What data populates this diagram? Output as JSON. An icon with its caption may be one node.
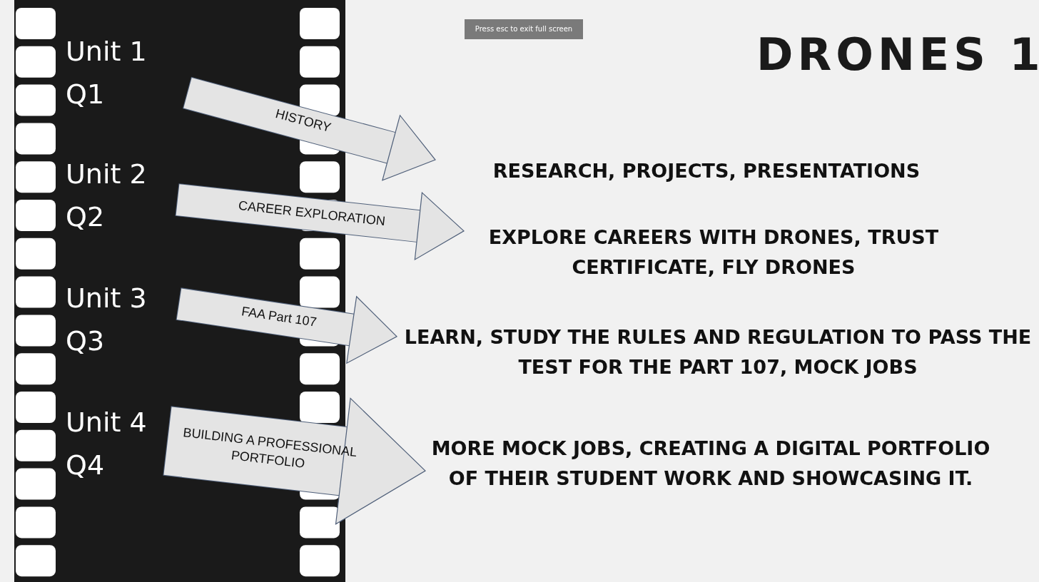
{
  "diagram": {
    "title": "DRONES 1",
    "nodes": [
      {
        "text": [
          "Unit 1",
          "Q1"
        ]
      },
      {
        "text": [
          "Unit 2",
          "Q2"
        ]
      },
      {
        "text": [
          "Unit 3",
          "Q3"
        ]
      },
      {
        "text": [
          "Unit 4",
          "Q4"
        ]
      },
      {
        "text": [
          "RESEARCH, PROJECTS, PRESENTATIONS"
        ]
      },
      {
        "text": [
          "EXPLORE CAREERS WITH DRONES, TRUST CERTIFICATE, FLY DRONES"
        ]
      },
      {
        "text": [
          "LEARN, STUDY THE RULES AND REGULATION TO PASS THE TEST FOR THE PART 107, MOCK JOBS"
        ]
      },
      {
        "text": [
          "MORE MOCK JOBS, CREATING A DIGITAL PORTFOLIO OF THEIR STUDENT WORK AND SHOWCASING IT."
        ]
      }
    ],
    "edges": [
      {
        "from": 0,
        "to": 4,
        "arrow": "to",
        "label": "HISTORY"
      },
      {
        "from": 1,
        "to": 5,
        "arrow": "to",
        "label": "CAREER EXPLORATION"
      },
      {
        "from": 2,
        "to": 6,
        "arrow": "to",
        "label": "FAA Part 107"
      },
      {
        "from": 3,
        "to": 7,
        "arrow": "to",
        "label": "BUILDING A PROFESSIONAL PORTFOLIO",
        "style": "thick"
      }
    ],
    "labels": [
      "Press esc to exit full screen"
    ]
  }
}
